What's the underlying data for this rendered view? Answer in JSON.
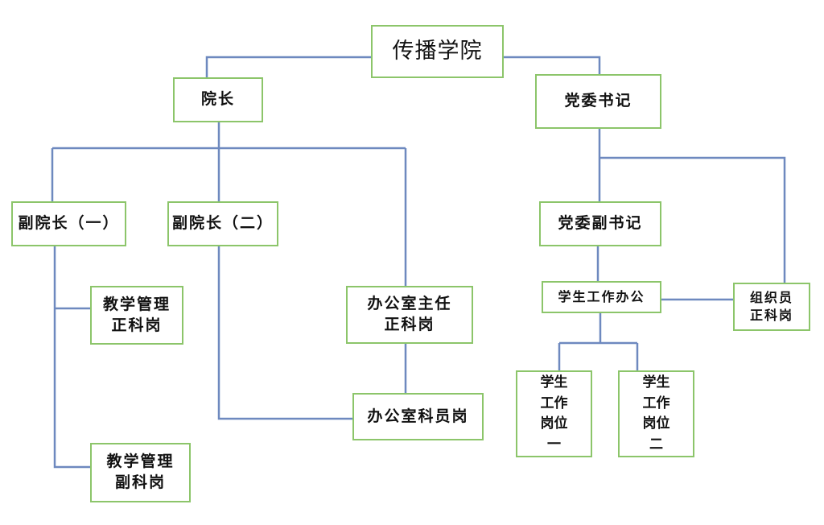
{
  "nodes": {
    "root": "传播学院",
    "dean": "院长",
    "party_secretary": "党委书记",
    "vice_dean_1": "副院长（一）",
    "vice_dean_2": "副院长（二）",
    "office_director": "办公室主任\n正科岗",
    "office_clerk": "办公室科员岗",
    "teaching_mgmt_chief": "教学管理\n正科岗",
    "teaching_mgmt_deputy": "教学管理\n副科岗",
    "deputy_party_secretary": "党委副书记",
    "student_affairs_office": "学生工作办公",
    "organizer": "组织员\n正科岗",
    "student_work_1": "学生\n工作\n岗位\n一",
    "student_work_2": "学生\n工作\n岗位\n二"
  },
  "colors": {
    "line": "#6e89bf",
    "box_border": "#8cc56a",
    "text": "#111111"
  }
}
